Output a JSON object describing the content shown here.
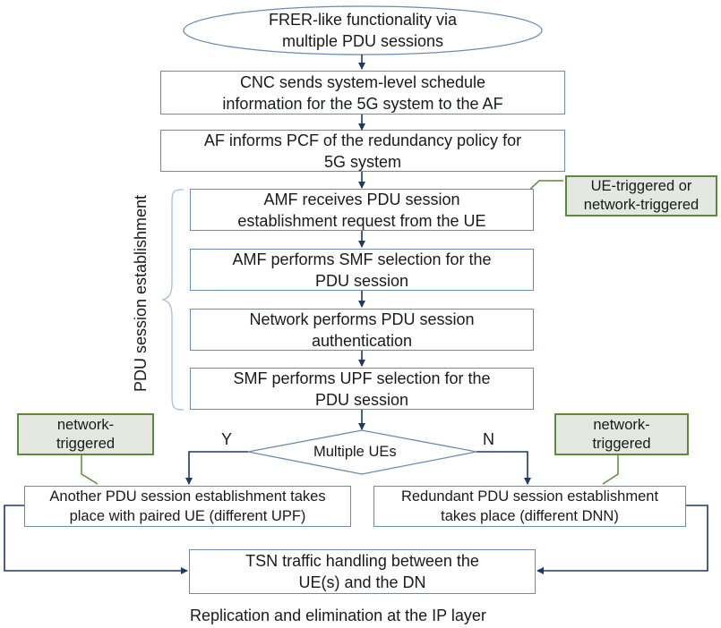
{
  "nodes": {
    "start": "FRER-like functionality via\nmultiple  PDU sessions",
    "cnc": "CNC sends system-level schedule\ninformation for the 5G system to the AF",
    "af": "AF informs PCF of the redundancy policy for\n5G system",
    "amf_receive": "AMF receives PDU session\nestablishment request from the UE",
    "amf_smf": "AMF performs SMF selection for the\nPDU session",
    "auth": "Network performs PDU session\nauthentication",
    "smf_upf": "SMF performs UPF selection for the\nPDU session",
    "decision": "Multiple UEs",
    "another": "Another PDU session establishment takes\nplace with paired UE (different UPF)",
    "redundant": "Redundant PDU session establishment\ntakes place (different DNN)",
    "tsn": "TSN traffic handling between the\nUE(s) and the DN"
  },
  "notes": {
    "ue_triggered": "UE-triggered or\nnetwork-triggered",
    "network_left": "network-\ntriggered",
    "network_right": "network-\ntriggered"
  },
  "branch_labels": {
    "yes": "Y",
    "no": "N"
  },
  "brace_label": "PDU session establishment",
  "caption": "Replication and elimination at the IP layer",
  "colors": {
    "box_border": "#6b8cae",
    "arrow": "#1f3864",
    "note_border": "#5a8a3a",
    "note_fill": "#e5e8e1"
  }
}
